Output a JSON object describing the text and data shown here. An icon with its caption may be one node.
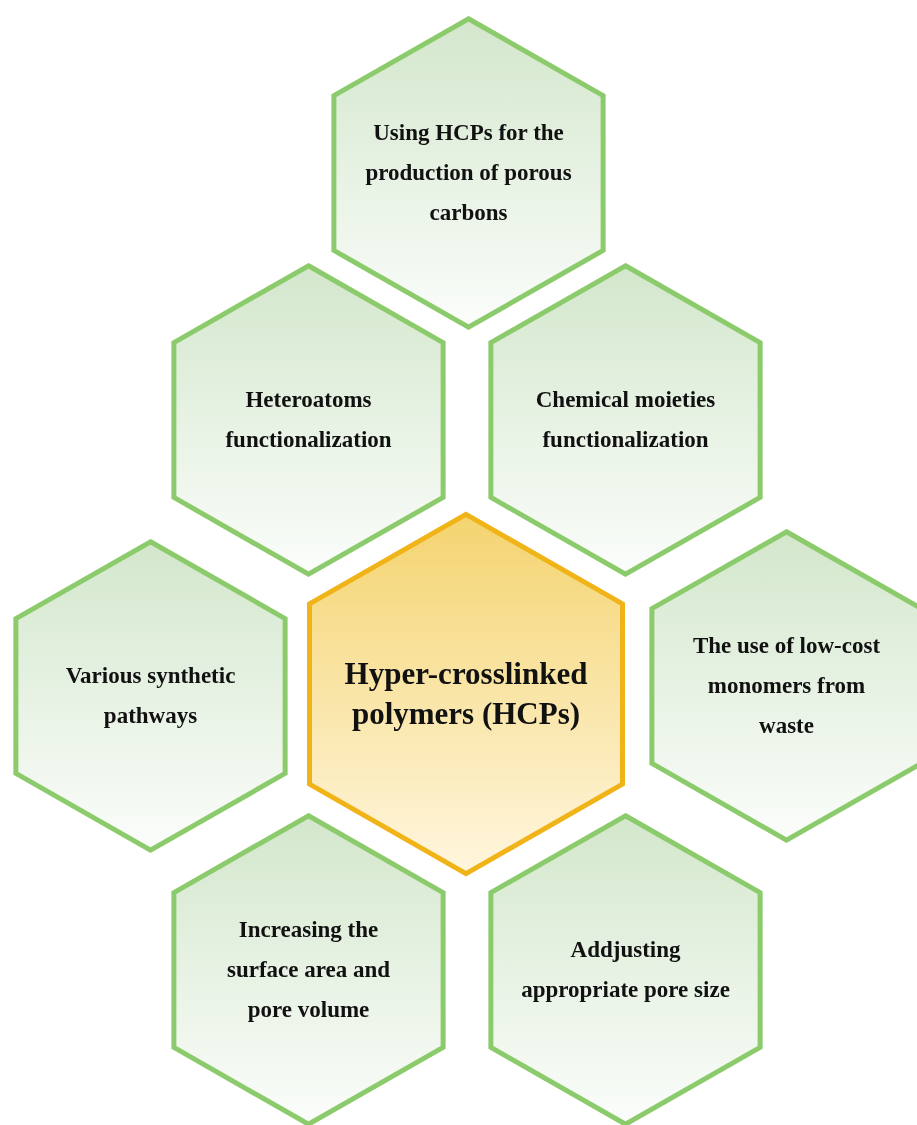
{
  "diagram": {
    "nodes": [
      {
        "text": [
          "Using HCPs for the production of porous carbons"
        ]
      },
      {
        "text": [
          "Heteroatoms functionalization"
        ]
      },
      {
        "text": [
          "Chemical moieties functionalization"
        ]
      },
      {
        "text": [
          "Various synthetic pathways"
        ]
      },
      {
        "text": [
          "Hyper-crosslinked polymers (HCPs)"
        ]
      },
      {
        "text": [
          "The use of low-cost monomers from waste"
        ]
      },
      {
        "text": [
          "Increasing the surface area and pore volume"
        ]
      },
      {
        "text": [
          "Addjusting appropriate pore size"
        ]
      }
    ],
    "edges": []
  }
}
